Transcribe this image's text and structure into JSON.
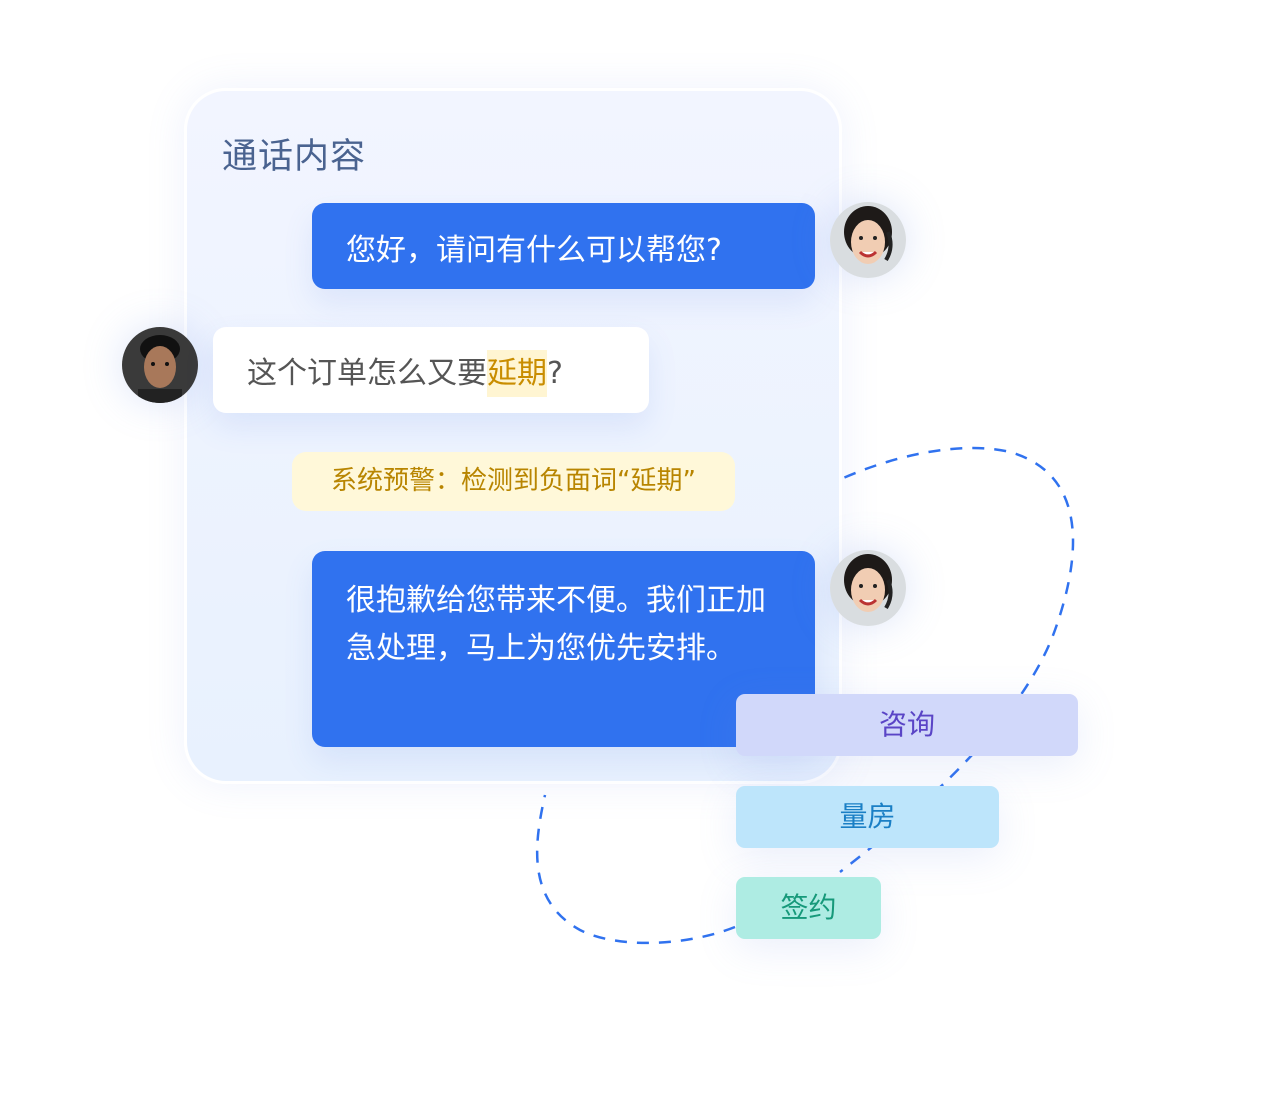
{
  "panel": {
    "title": "通话内容"
  },
  "messages": [
    {
      "role": "agent",
      "text": "您好，请问有什么可以帮您?"
    },
    {
      "role": "customer",
      "text_before": "这个订单怎么又要",
      "highlight": "延期",
      "text_after": "?"
    },
    {
      "role": "system",
      "text": "系统预警：检测到负面词“延期”"
    },
    {
      "role": "agent",
      "text": "很抱歉给您带来不便。我们正加急处理，马上为您优先安排。"
    }
  ],
  "stages": [
    {
      "label": "咨询",
      "bg": "#d1d8fa",
      "color": "#5a45c6"
    },
    {
      "label": "量房",
      "bg": "#bde5fb",
      "color": "#1a7fc5"
    },
    {
      "label": "签约",
      "bg": "#aeece3",
      "color": "#16997a"
    }
  ],
  "colors": {
    "accent": "#3072ef",
    "warning": "#b88500",
    "dash": "#3072ef"
  }
}
